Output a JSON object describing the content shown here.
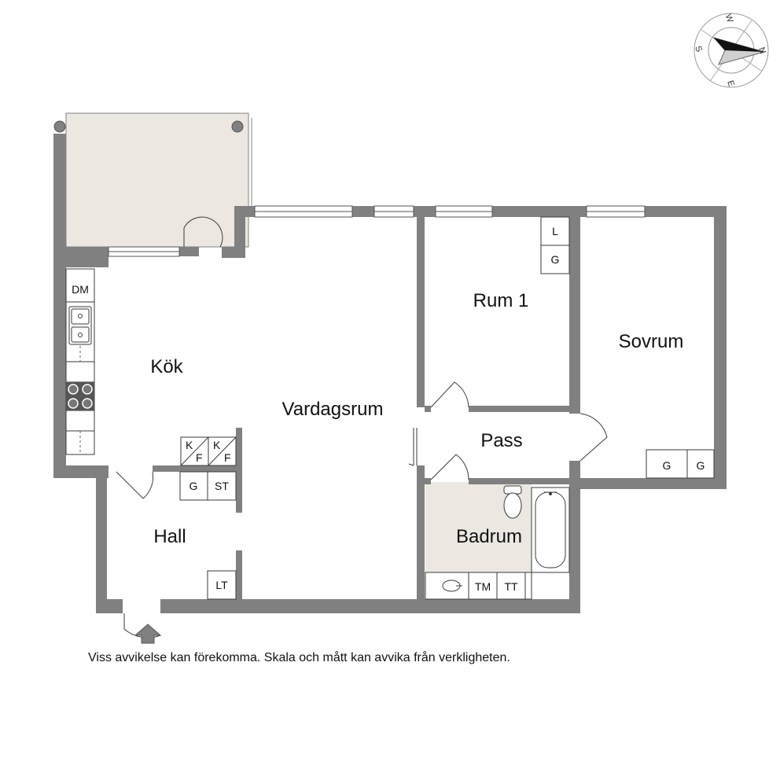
{
  "rooms": {
    "kok": "Kök",
    "vardagsrum": "Vardagsrum",
    "rum1": "Rum 1",
    "sovrum": "Sovrum",
    "pass": "Pass",
    "hall": "Hall",
    "badrum": "Badrum"
  },
  "fixtures": {
    "dm": "DM",
    "k1": "K",
    "f1": "F",
    "k2": "K",
    "f2": "F",
    "g_hall": "G",
    "st": "ST",
    "lt": "LT",
    "l_rum1": "L",
    "g_rum1": "G",
    "g_sovrum1": "G",
    "g_sovrum2": "G",
    "tm": "TM",
    "tt": "TT"
  },
  "compass": {
    "n": "N",
    "s": "S",
    "e": "E",
    "w": "W"
  },
  "disclaimer": "Viss avvikelse kan förekomma. Skala och mått kan avvika från verkligheten.",
  "colors": {
    "wall": "#808080",
    "balcony": "#ece7e1",
    "bathroom": "#ece7e1",
    "line": "#3a3a3a"
  }
}
